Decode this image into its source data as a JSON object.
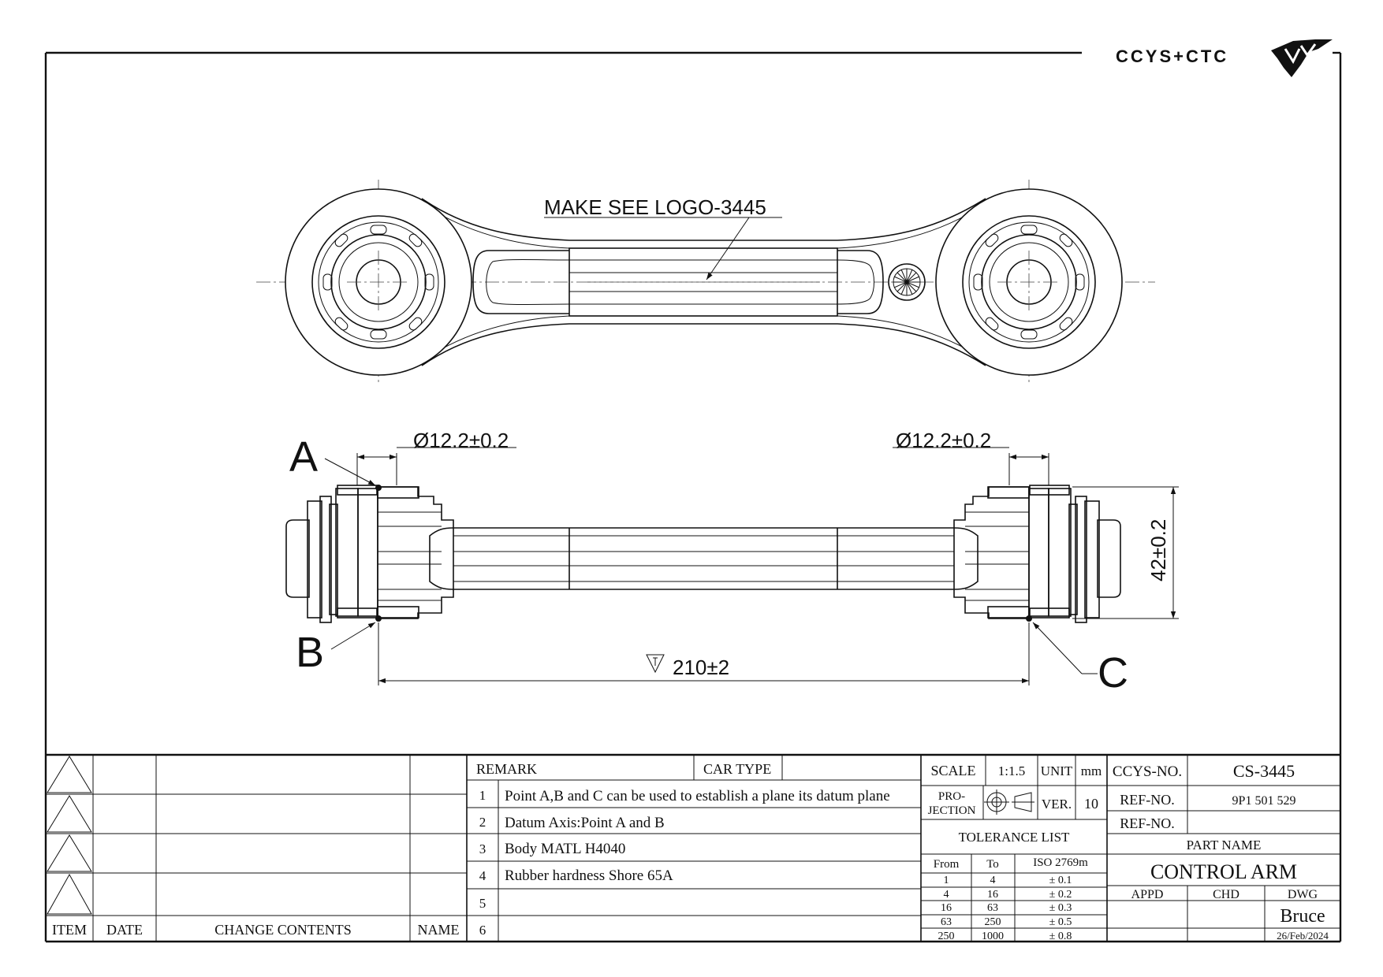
{
  "logo": {
    "text": "CCYS+CTC"
  },
  "drawing": {
    "logo_note": "MAKE SEE LOGO-3445",
    "point_a": "A",
    "point_b": "B",
    "point_c": "C",
    "dia_left": "Ø12.2±0.2",
    "dia_right": "Ø12.2±0.2",
    "height_dim": "42±0.2",
    "length_dim": "210±2"
  },
  "revision_table": {
    "headers": {
      "item": "ITEM",
      "date": "DATE",
      "change": "CHANGE CONTENTS",
      "name": "NAME"
    }
  },
  "remarks": {
    "remark_label": "REMARK",
    "car_type_label": "CAR TYPE",
    "rows": [
      {
        "no": "1",
        "text": "Point A,B and C can be used to establish a plane its datum plane"
      },
      {
        "no": "2",
        "text": "Datum Axis:Point A and B"
      },
      {
        "no": "3",
        "text": "Body MATL H4040"
      },
      {
        "no": "4",
        "text": "Rubber hardness Shore 65A"
      },
      {
        "no": "5",
        "text": ""
      },
      {
        "no": "6",
        "text": ""
      }
    ]
  },
  "spec": {
    "scale_label": "SCALE",
    "scale_value": "1:1.5",
    "unit_label": "UNIT",
    "unit_value": "mm",
    "projection_label_1": "PRO-",
    "projection_label_2": "JECTION",
    "ver_label": "VER.",
    "ver_value": "10",
    "tolerance_title": "TOLERANCE LIST",
    "tol_headers": {
      "from": "From",
      "to": "To",
      "iso": "ISO 2769m"
    },
    "tol_rows": [
      {
        "from": "1",
        "to": "4",
        "tol": "± 0.1"
      },
      {
        "from": "4",
        "to": "16",
        "tol": "± 0.2"
      },
      {
        "from": "16",
        "to": "63",
        "tol": "± 0.3"
      },
      {
        "from": "63",
        "to": "250",
        "tol": "± 0.5"
      },
      {
        "from": "250",
        "to": "1000",
        "tol": "± 0.8"
      }
    ]
  },
  "title_block": {
    "ccys_no_label": "CCYS-NO.",
    "ccys_no": "CS-3445",
    "ref_no_label_1": "REF-NO.",
    "ref_no_1": "9P1 501 529",
    "ref_no_label_2": "REF-NO.",
    "ref_no_2": "",
    "part_name_label": "PART NAME",
    "part_name": "CONTROL ARM",
    "appd_label": "APPD",
    "chd_label": "CHD",
    "dwg_label": "DWG",
    "drawn_by": "Bruce",
    "date": "26/Feb/2024"
  }
}
